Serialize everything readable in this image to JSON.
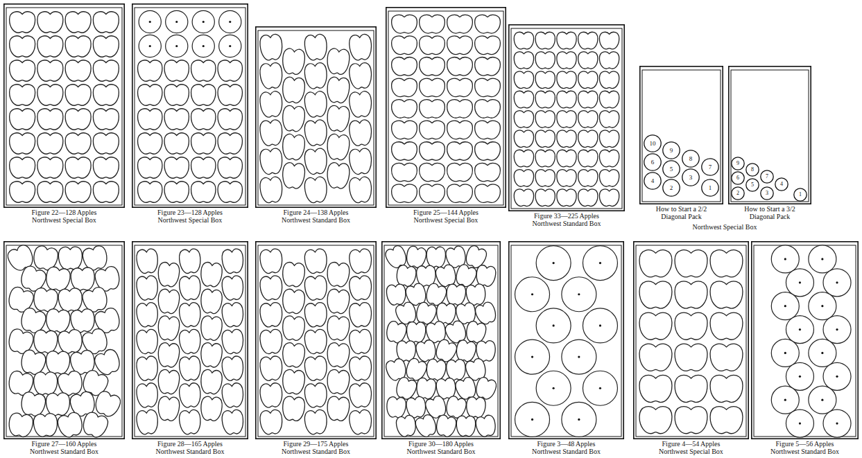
{
  "diagram": {
    "nodes": [
      {
        "text": [
          "Figure 22—128 Apples Northwest Special Box"
        ]
      },
      {
        "text": [
          "Figure 23—128 Apples Northwest Special Box"
        ]
      },
      {
        "text": [
          "Figure 24—138 Apples Northwest Standard Box"
        ]
      },
      {
        "text": [
          "Figure 25—144 Apples Northwest Special Box"
        ]
      },
      {
        "text": [
          "Figure 33—225 Apples Northwest Standard Box"
        ]
      },
      {
        "text": [
          "How to Start a 2/2 Diagonal Pack"
        ]
      },
      {
        "text": [
          "10"
        ],
        "in": 5
      },
      {
        "text": [
          "9"
        ],
        "in": 5
      },
      {
        "text": [
          "8"
        ],
        "in": 5
      },
      {
        "text": [
          "6"
        ],
        "in": 5
      },
      {
        "text": [
          "7"
        ],
        "in": 5
      },
      {
        "text": [
          "5"
        ],
        "in": 5
      },
      {
        "text": [
          "3"
        ],
        "in": 5
      },
      {
        "text": [
          "4"
        ],
        "in": 5
      },
      {
        "text": [
          "2"
        ],
        "in": 5
      },
      {
        "text": [
          "1"
        ],
        "in": 5
      },
      {
        "text": [
          "How to Start a 3/2 Diagonal Pack"
        ]
      },
      {
        "text": [
          "9"
        ],
        "in": 16
      },
      {
        "text": [
          "8"
        ],
        "in": 16
      },
      {
        "text": [
          "7"
        ],
        "in": 16
      },
      {
        "text": [
          "6"
        ],
        "in": 16
      },
      {
        "text": [
          "4"
        ],
        "in": 16
      },
      {
        "text": [
          "5"
        ],
        "in": 16
      },
      {
        "text": [
          "2"
        ],
        "in": 16
      },
      {
        "text": [
          "3"
        ],
        "in": 16
      },
      {
        "text": [
          "1"
        ],
        "in": 16
      },
      {
        "text": [
          "Figure 27—160 Apples Northwest Standard Box"
        ]
      },
      {
        "text": [
          "Figure 28—165 Apples Northwest Standard Box"
        ]
      },
      {
        "text": [
          "Figure 29—175 Apples Northwest Standard Box"
        ]
      },
      {
        "text": [
          "Figure 30—180 Apples Northwest Standard Box"
        ]
      },
      {
        "text": [
          "Figure 3—48 Apples Northwest Standard Box"
        ]
      },
      {
        "text": [
          "Figure 4—54 Apples Northwest Special Box"
        ]
      },
      {
        "text": [
          "Figure 5—56 Apples Northwest Standard Box"
        ]
      }
    ],
    "labels": [
      "Northwest Special Box"
    ]
  }
}
